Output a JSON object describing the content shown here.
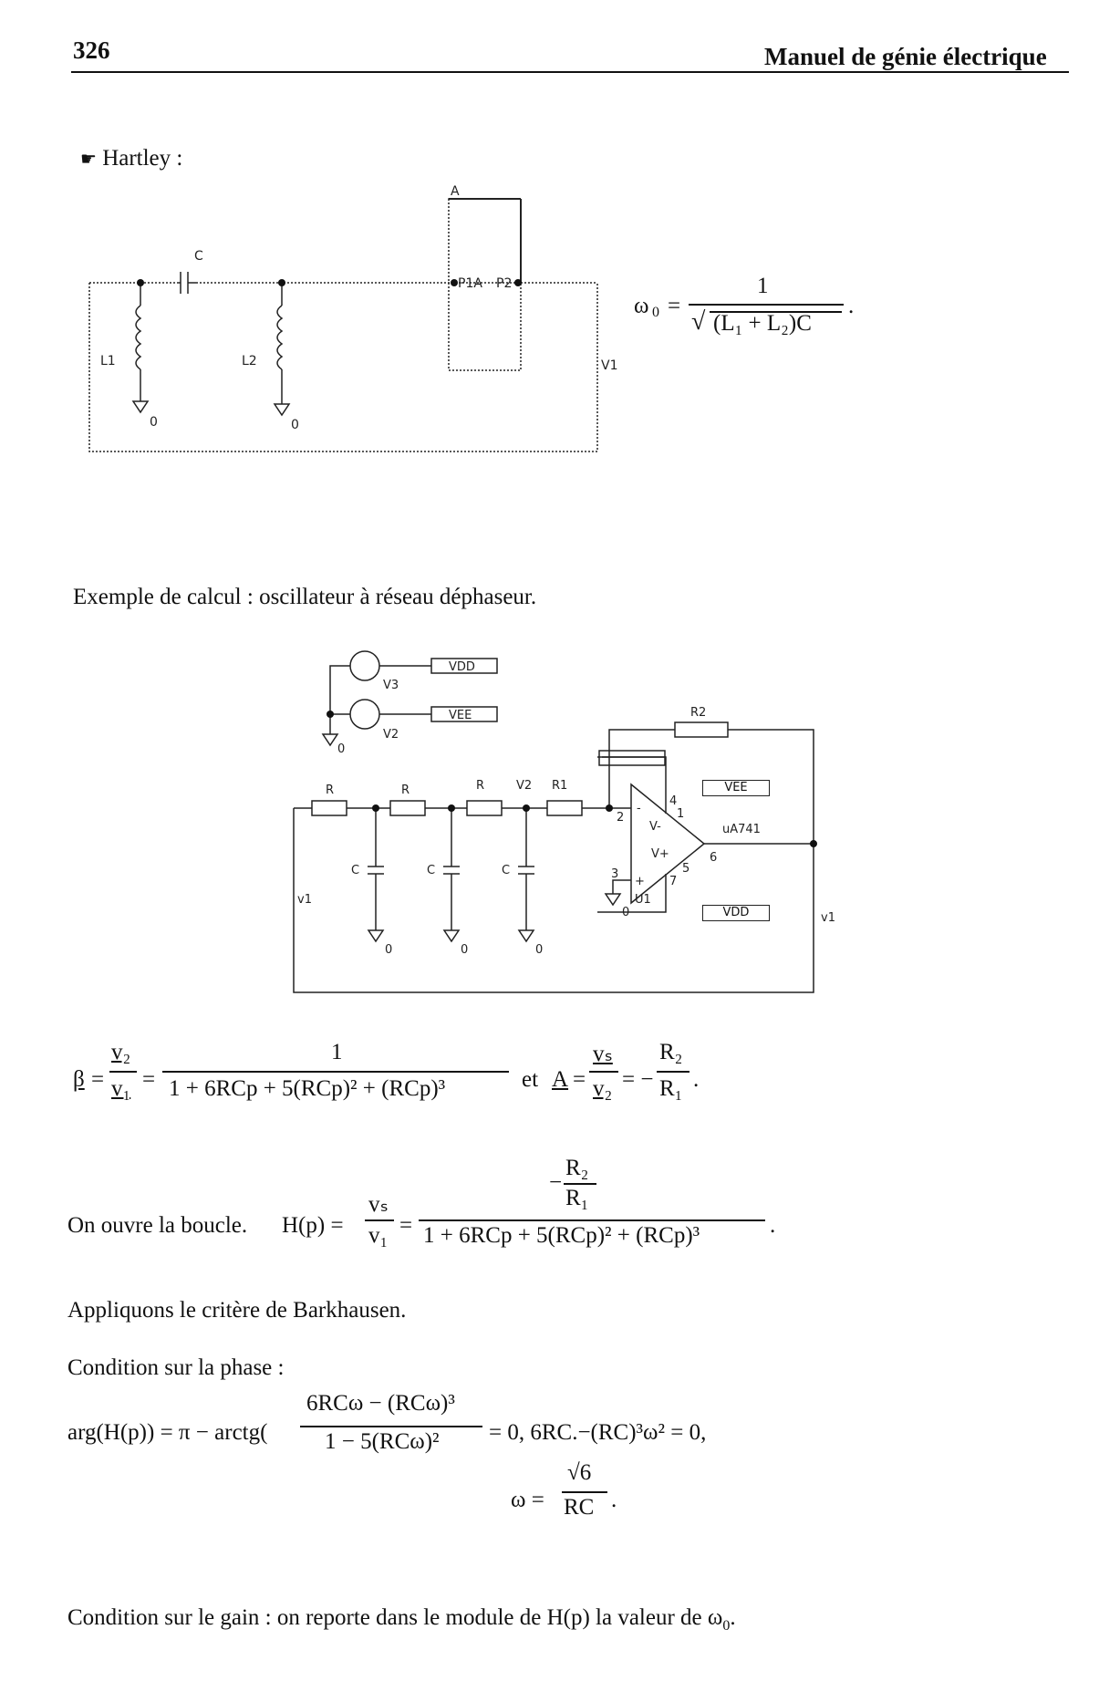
{
  "header": {
    "page_number": "326",
    "book_title": "Manuel de génie électrique"
  },
  "hartley": {
    "bullet": "☛",
    "title": "Hartley :",
    "labels": {
      "cap": "C",
      "l1": "L1",
      "l2": "L2",
      "gnd1": "0",
      "gnd2": "0",
      "amp_a": "A",
      "pin1": "P1A",
      "pin2": "P2",
      "v1": "V1"
    },
    "formula": {
      "lhs": "ω",
      "lhs_sub": "0",
      "num": "1",
      "den": "(L₁ + L₂)C",
      "dot": "."
    }
  },
  "example": {
    "title": "Exemple de calcul : oscillateur à réseau déphaseur.",
    "labels": {
      "vdd_top": "VDD",
      "vee_top": "VEE",
      "v3": "V3",
      "v2src": "V2",
      "gnd_top": "0",
      "r1": "R",
      "r2": "R",
      "r3": "R",
      "rf": "R1",
      "v2node": "V2",
      "r2fb": "R2",
      "c1": "C",
      "c2": "C",
      "c3": "C",
      "gnd_c1": "0",
      "gnd_c2": "0",
      "gnd_c3": "0",
      "v1left": "v1",
      "v1right": "v1",
      "vee_op": "VEE",
      "vdd_op": "VDD",
      "opamp": "uA741",
      "u1": "U1",
      "pin2": "2",
      "pin3": "3",
      "pin4": "4",
      "pin1": "1",
      "pin6": "6",
      "pin5": "5",
      "pin7": "7",
      "vminus": "V-",
      "vplus": "V+",
      "minus": "-",
      "plus": "+",
      "gnd_op": "0"
    }
  },
  "beta_eq": {
    "beta": "β",
    "eq1": "=",
    "frac1_num": "v₂",
    "frac1_den": "v₁",
    "eq2": "=",
    "frac2_num": "1",
    "frac2_den": "1 + 6RCp + 5(RCp)² + (RCp)³",
    "et": "et",
    "A": "A",
    "eq3": "=",
    "frac3_num": "vₛ",
    "frac3_den": "v₂",
    "eq4": "= −",
    "frac4_num": "R₂",
    "frac4_den": "R₁",
    "dot": "."
  },
  "loop_eq": {
    "text": "On ouvre la boucle.",
    "lhs": "H(p) =",
    "frac1_num": "vₛ",
    "frac1_den": "v₁",
    "eq": "=",
    "top_minus": "−",
    "top_num": "R₂",
    "top_den": "R₁",
    "den": "1 + 6RCp + 5(RCp)² + (RCp)³",
    "dot": "."
  },
  "barkhausen": "Appliquons le critère de Barkhausen.",
  "phase": {
    "title": "Condition sur la phase :",
    "lhs": "arg(H(p)) = π − arctg(",
    "num": "6RCω − (RCω)³",
    "den": "1 − 5(RCω)²",
    "rhs": "= 0,  6RC.−(RC)³ω² = 0,",
    "omega_lhs": "ω =",
    "omega_num": "√6",
    "omega_den": "RC",
    "omega_dot": "."
  },
  "gain": {
    "text": "Condition sur le gain : on reporte dans le module de H(p) la valeur de ω",
    "sub": "0",
    "dot": "."
  }
}
